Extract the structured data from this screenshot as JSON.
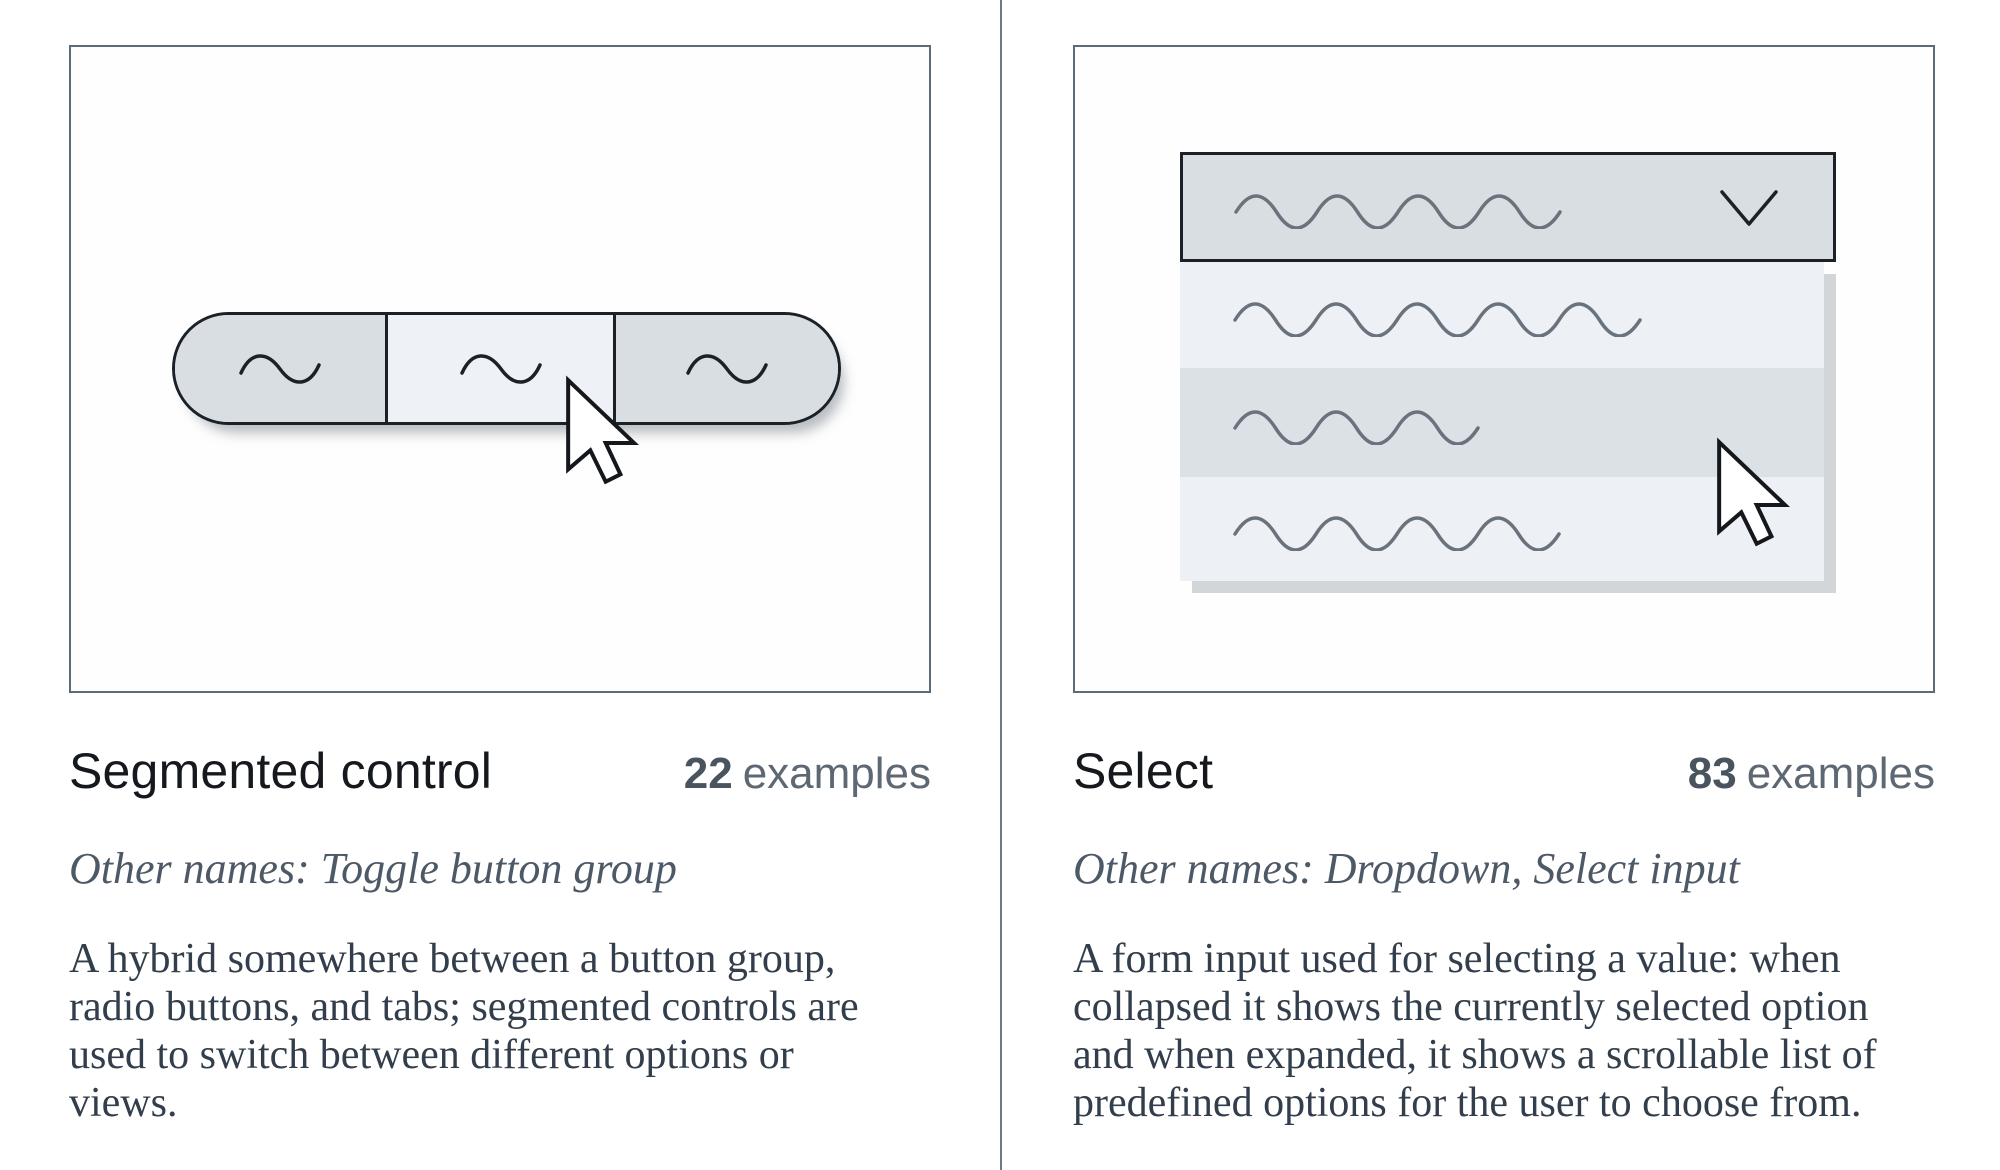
{
  "divider": {
    "color": "#6f7a84"
  },
  "colors": {
    "illustration_fill": "#d9dee3",
    "illustration_fill_light": "#eef2f6",
    "illustration_highlight_row": "#dce1e6",
    "illustration_stroke": "#1b2127",
    "wave_stroke": "#6a737d",
    "card_border": "#5a6b7a",
    "shadow": "#d3d6d9"
  },
  "cards": [
    {
      "title": "Segmented control",
      "examples_count": "22",
      "examples_label": "examples",
      "other_names": "Other names: Toggle button group",
      "description": "A hybrid somewhere between a button group,\nradio buttons, and tabs; segmented controls are\nused to switch between different options or\nviews."
    },
    {
      "title": "Select",
      "examples_count": "83",
      "examples_label": "examples",
      "other_names": "Other names: Dropdown, Select input",
      "description": "A form input used for selecting a value: when\ncollapsed it shows the currently selected option\nand when expanded, it shows a scrollable list of\npredefined options for the user to choose from."
    }
  ]
}
